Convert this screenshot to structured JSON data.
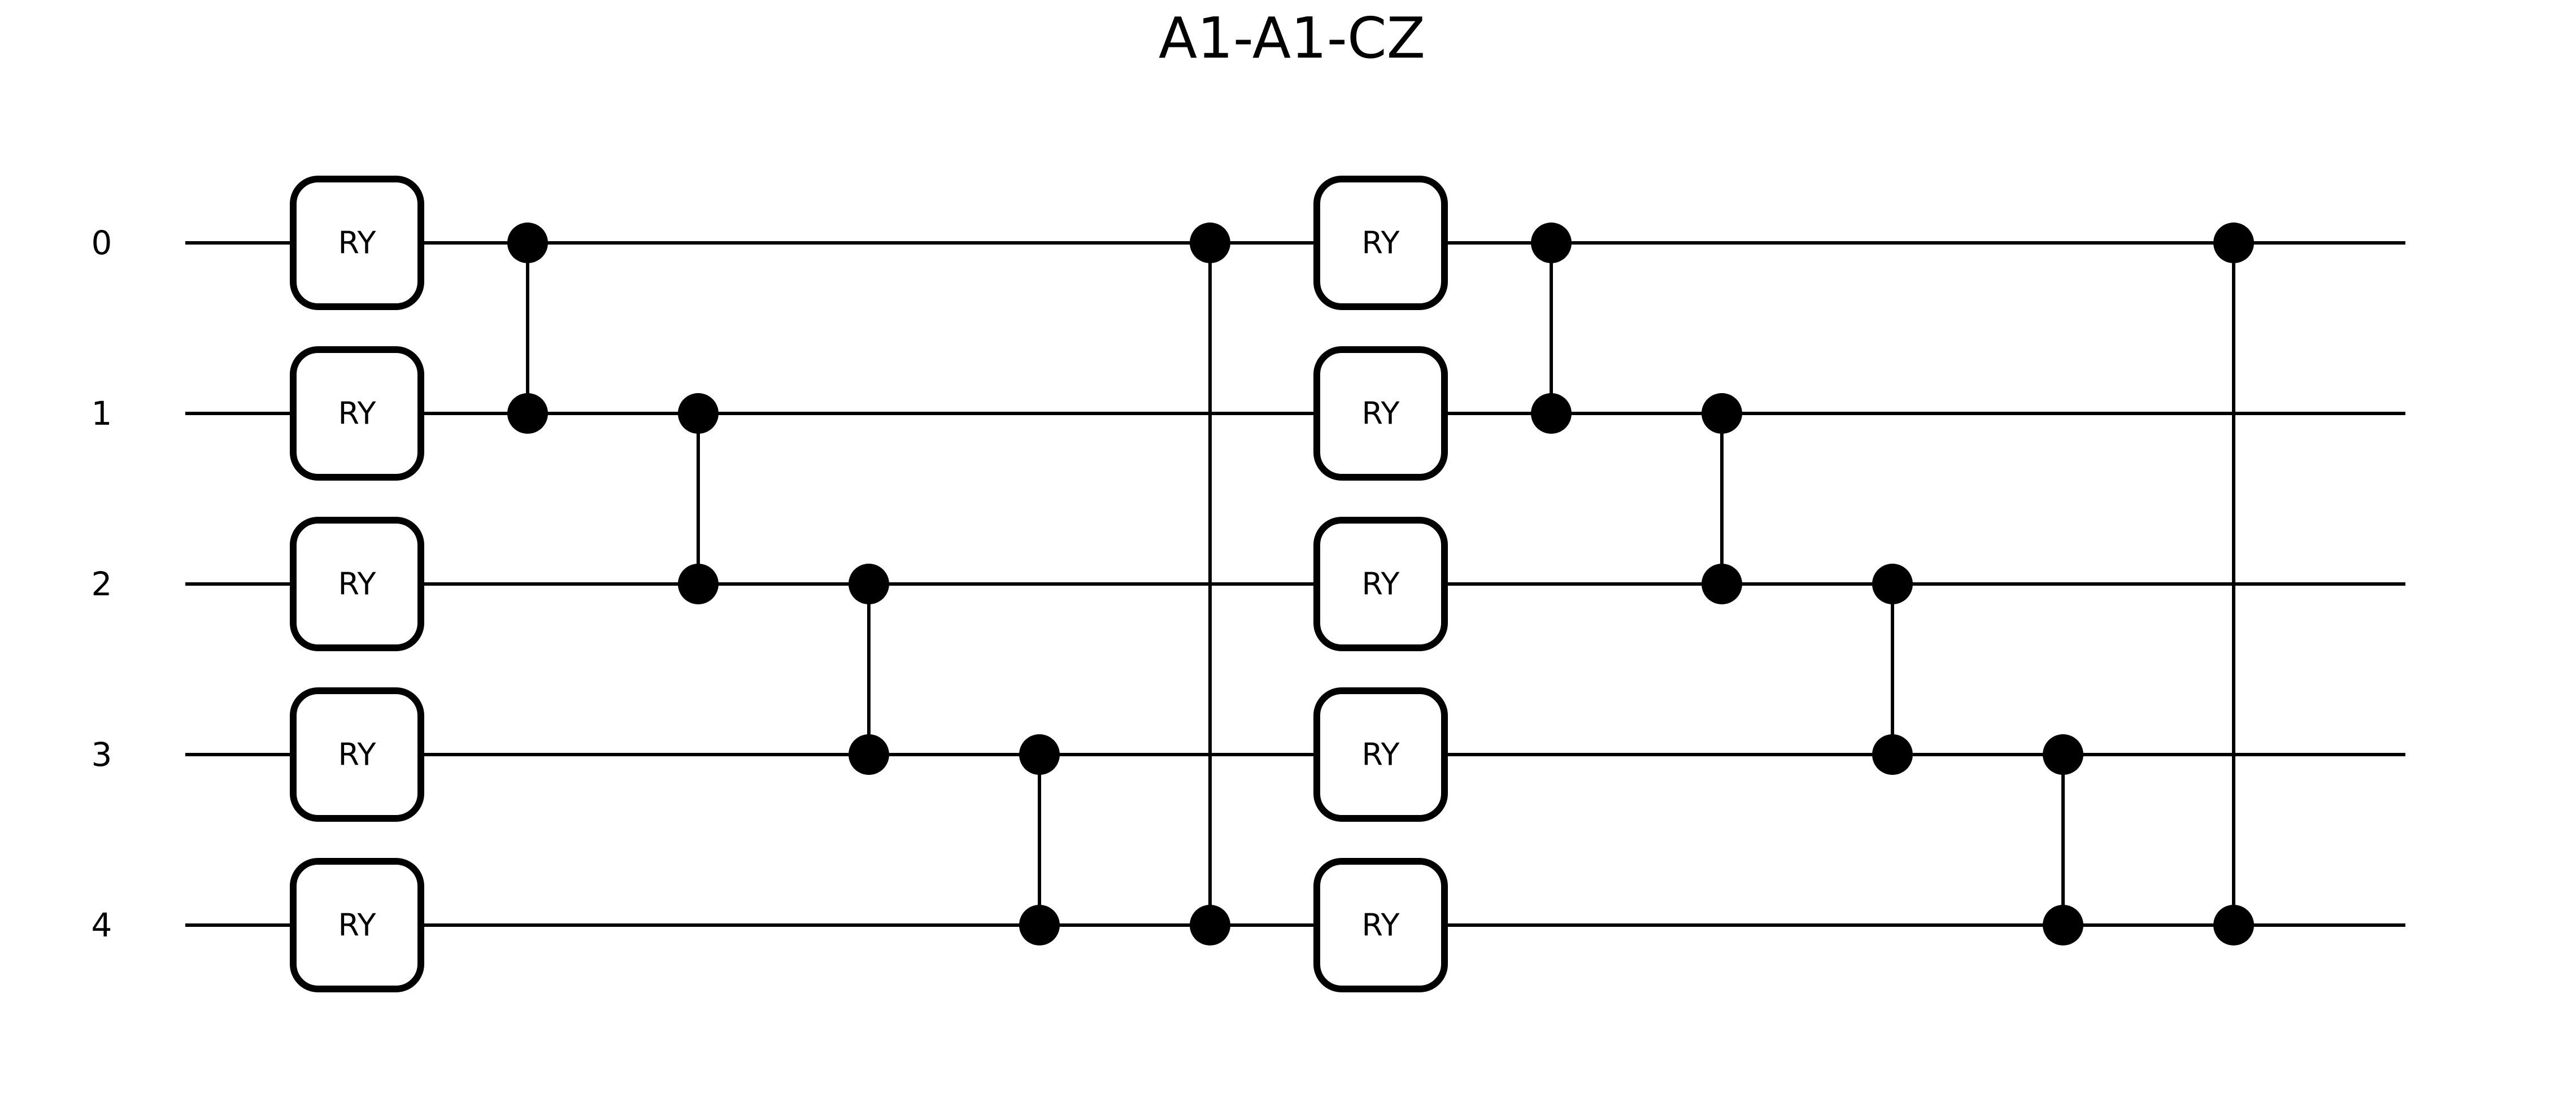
{
  "title": "A1-A1-CZ",
  "wires": [
    {
      "label": "0"
    },
    {
      "label": "1"
    },
    {
      "label": "2"
    },
    {
      "label": "3"
    },
    {
      "label": "4"
    }
  ],
  "layers": [
    {
      "type": "gate_column",
      "label": "RY",
      "qubits": [
        0,
        1,
        2,
        3,
        4
      ]
    },
    {
      "type": "cz",
      "qubits": [
        0,
        1
      ]
    },
    {
      "type": "cz",
      "qubits": [
        1,
        2
      ]
    },
    {
      "type": "cz",
      "qubits": [
        2,
        3
      ]
    },
    {
      "type": "cz",
      "qubits": [
        3,
        4
      ]
    },
    {
      "type": "cz",
      "qubits": [
        0,
        4
      ]
    },
    {
      "type": "gate_column",
      "label": "RY",
      "qubits": [
        0,
        1,
        2,
        3,
        4
      ]
    },
    {
      "type": "cz",
      "qubits": [
        0,
        1
      ]
    },
    {
      "type": "cz",
      "qubits": [
        1,
        2
      ]
    },
    {
      "type": "cz",
      "qubits": [
        2,
        3
      ]
    },
    {
      "type": "cz",
      "qubits": [
        3,
        4
      ]
    },
    {
      "type": "cz",
      "qubits": [
        0,
        4
      ]
    }
  ],
  "colors": {
    "ink": "#000000",
    "background": "#ffffff"
  }
}
